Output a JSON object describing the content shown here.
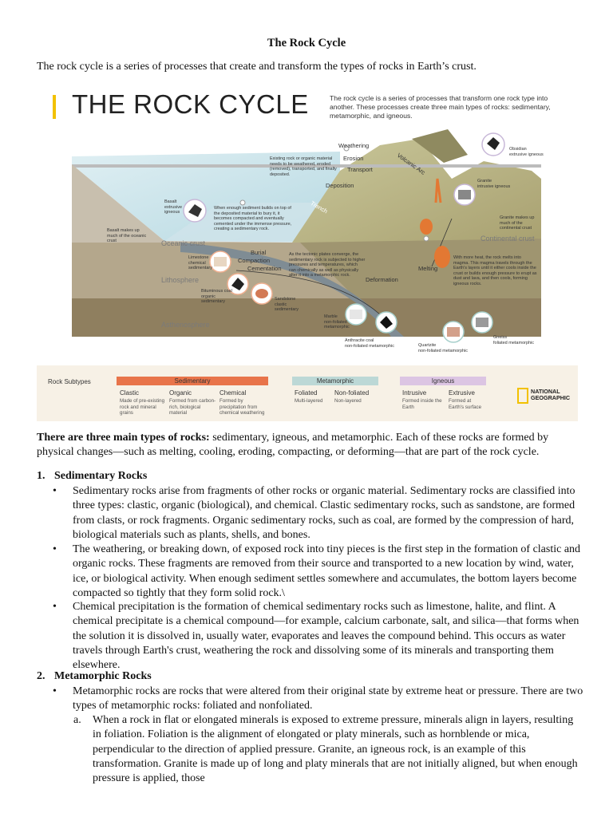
{
  "document": {
    "title": "The Rock Cycle",
    "intro": "The rock cycle is a series of processes that create and transform the types of rocks in Earth’s crust."
  },
  "figure": {
    "heading": "THE ROCK CYCLE",
    "description": "The rock cycle is a series of processes that transform one rock type into another. These processes create three main types of rocks: sedimentary, metamorphic, and igneous.",
    "labels": {
      "weathering": "Weathering",
      "erosion": "Erosion",
      "transport": "Transport",
      "deposition": "Deposition",
      "volcanic_arc": "Volcanic Arc",
      "trench": "Trench",
      "oceanic_crust": "Oceanic crust",
      "continental_crust": "Continental crust",
      "lithosphere": "Lithosphere",
      "asthenosphere": "Asthenosphere",
      "burial": "Burial",
      "compaction": "Compaction",
      "cementation": "Cementation",
      "deformation": "Deformation",
      "melting": "Melting"
    },
    "annotations": {
      "exposed": "Existing rock or organic material needs to be weathered, eroded (removed), transported, and finally deposited.",
      "sediment": "When enough sediment builds on top of the deposited material to bury it, it becomes compacted and eventually cemented under the immense pressure, creating a sedimentary rock.",
      "plates": "As the tectonic plates converge, the sedimentary rock is subjected to higher pressures and temperatures, which can chemically as well as physically alter it into a metamorphic rock.",
      "magma": "With more heat, the rock melts into magma. This magma travels through the Earth's layers until it either cools inside the crust or builds enough pressure to erupt as dust and lava, and then cools, forming igneous rocks.",
      "basalt_crust": "Basalt makes up much of the oceanic crust",
      "granite_crust": "Granite makes up much of the continental crust"
    },
    "rocks": [
      {
        "name": "Obsidian",
        "type": "extrusive igneous"
      },
      {
        "name": "Granite",
        "type": "intrusive igneous"
      },
      {
        "name": "Basalt",
        "type": "extrusive igneous"
      },
      {
        "name": "Limestone",
        "type": "chemical sedimentary"
      },
      {
        "name": "Bituminous coal",
        "type": "organic sedimentary"
      },
      {
        "name": "Sandstone",
        "type": "clastic sedimentary"
      },
      {
        "name": "Marble",
        "type": "non-foliated metamorphic"
      },
      {
        "name": "Anthracite coal",
        "type": "non-foliated metamorphic"
      },
      {
        "name": "Quartzite",
        "type": "non-foliated metamorphic"
      },
      {
        "name": "Gneiss",
        "type": "foliated metamorphic"
      }
    ],
    "legend": {
      "title": "Rock Subtypes",
      "sedimentary": {
        "label": "Sedimentary",
        "color": "#e8744a",
        "items": [
          {
            "name": "Clastic",
            "desc": "Made of pre-existing rock and mineral grains"
          },
          {
            "name": "Organic",
            "desc": "Formed from carbon-rich, biological material"
          },
          {
            "name": "Chemical",
            "desc": "Formed by precipitation from chemical weathering"
          }
        ]
      },
      "metamorphic": {
        "label": "Metamorphic",
        "color": "#bcd8d6",
        "items": [
          {
            "name": "Foliated",
            "desc": "Multi-layered"
          },
          {
            "name": "Non-foliated",
            "desc": "Non-layered"
          }
        ]
      },
      "igneous": {
        "label": "Igneous",
        "color": "#dcc5e3",
        "items": [
          {
            "name": "Intrusive",
            "desc": "Formed inside the Earth"
          },
          {
            "name": "Extrusive",
            "desc": "Formed at Earth's surface"
          }
        ]
      },
      "logo": "NATIONAL GEOGRAPHIC"
    }
  },
  "content": {
    "types_lead": "There are three main types of rocks:",
    "types_rest": " sedimentary, igneous, and metamorphic. Each of these rocks are formed by physical changes—such as melting, cooling, eroding, compacting, or deforming—that are part of the rock cycle.",
    "sections": [
      {
        "number": "1.",
        "heading": "Sedimentary Rocks",
        "bullets": [
          "Sedimentary rocks arise from fragments of other rocks or organic material. Sedimentary rocks are classified into three types: clastic, organic (biological), and chemical. Clastic sedimentary rocks, such as sandstone, are formed from clasts, or rock fragments. Organic sedimentary rocks, such as coal, are formed by the compression of hard, biological materials such as plants, shells, and bones.",
          "The weathering, or breaking down, of exposed rock into tiny pieces is the first step in the formation of clastic and organic rocks. These fragments are removed from their source and transported to a new location by wind, water, ice, or biological activity. When enough sediment settles somewhere and accumulates, the bottom layers become compacted so tightly that they form solid rock.\\",
          "Chemical precipitation is the formation of chemical sedimentary rocks such as limestone, halite, and flint. A chemical precipitate is a chemical compound—for example, calcium carbonate, salt, and silica—that forms when the solution it is dissolved in, usually water, evaporates and leaves the compound behind. This occurs as water travels through Earth's crust, weathering the rock and dissolving some of its minerals and transporting them elsewhere."
        ]
      },
      {
        "number": "2.",
        "heading": "Metamorphic Rocks",
        "bullets": [
          "Metamorphic rocks are rocks that were altered from their original state by extreme heat or pressure. There are two types of metamorphic rocks: foliated and nonfoliated."
        ],
        "subitems": [
          {
            "mark": "a.",
            "text": "When a rock in flat or elongated minerals is exposed to extreme pressure, minerals align in layers, resulting in foliation. Foliation is the alignment of elongated or platy minerals, such as hornblende or mica, perpendicular to the direction of applied pressure. Granite, an igneous rock, is an example of this transformation. Granite is made up of long and platy minerals that are not initially aligned, but when enough pressure is applied, those"
          }
        ]
      }
    ]
  }
}
